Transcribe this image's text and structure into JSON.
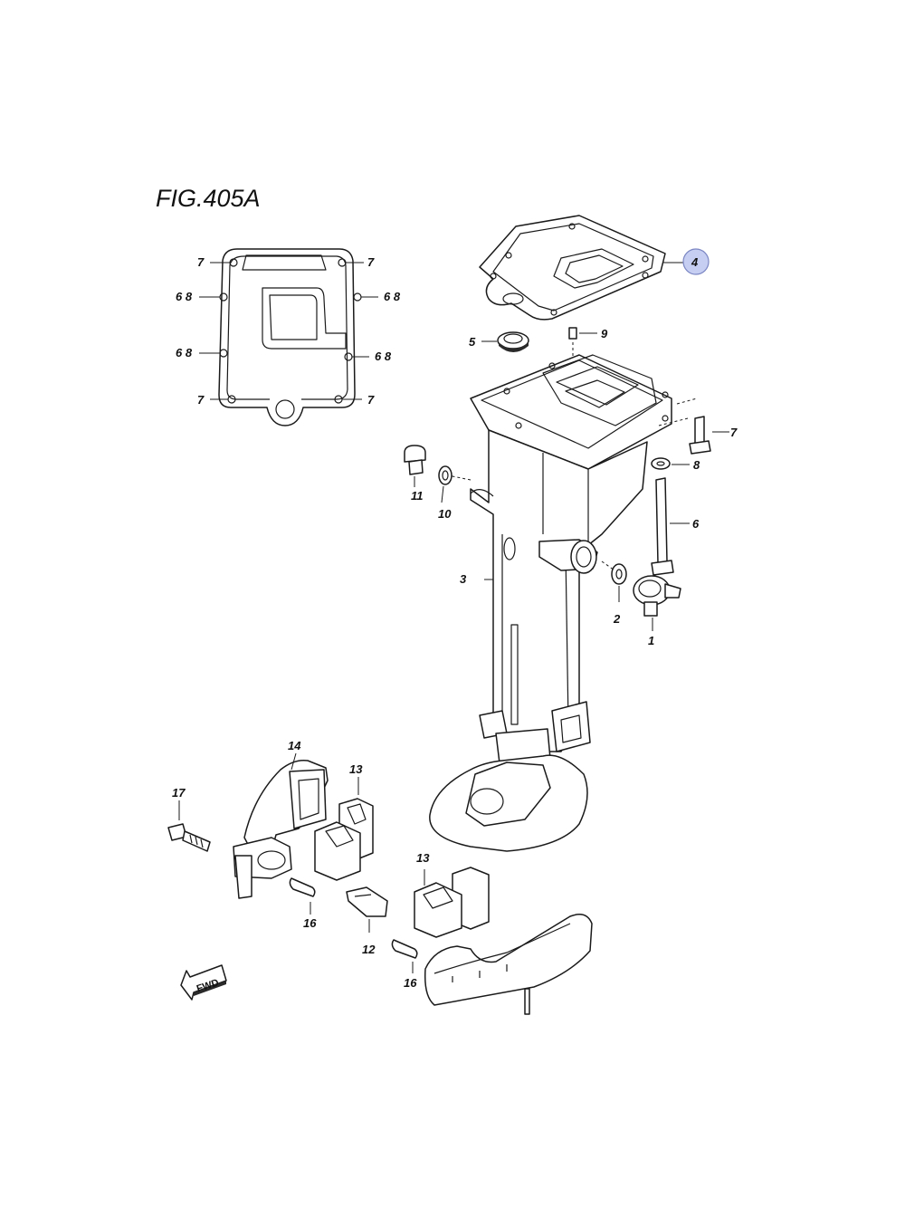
{
  "figure": {
    "title": "FIG.405A"
  },
  "callouts": {
    "c1": "1",
    "c2": "2",
    "c3": "3",
    "c4": "4",
    "c5": "5",
    "c6": "6",
    "c7_bolt": "7",
    "c8": "8",
    "c9": "9",
    "c10": "10",
    "c11": "11",
    "c12": "12",
    "c13_top": "13",
    "c13_bottom": "13",
    "c14": "14",
    "c16_left": "16",
    "c16_bottom": "16",
    "c17": "17"
  },
  "gasket_detail": {
    "labels": {
      "top_left": "7",
      "top_right": "7",
      "mid1_left": "6 8",
      "mid1_right": "6 8",
      "mid2_left": "6 8",
      "mid2_right": "6 8",
      "bottom_left": "7",
      "bottom_right": "7"
    }
  },
  "direction_arrow": {
    "label": "FWD"
  },
  "highlight": {
    "part": "4",
    "color": "#c6cff1"
  }
}
